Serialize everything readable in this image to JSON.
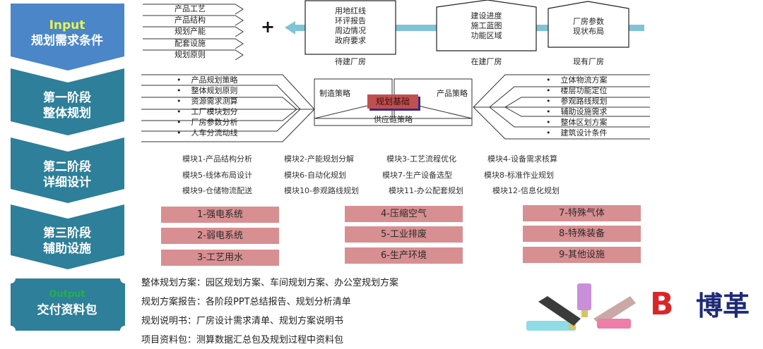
{
  "stages": [
    {
      "tag": "Input",
      "title": "规划需求条件",
      "color": "#4a86c8"
    },
    {
      "title_line1": "第一阶段",
      "title_line2": "整体规划",
      "color": "#2e7f99"
    },
    {
      "title_line1": "第二阶段",
      "title_line2": "详细设计",
      "color": "#2e7f99"
    },
    {
      "title_line1": "第三阶段",
      "title_line2": "辅助设施",
      "color": "#2e7f99"
    },
    {
      "tag": "Output",
      "title": "交付资料包",
      "color": "#2e7f99"
    }
  ],
  "input": {
    "list": [
      "产品工艺",
      "产品结构",
      "规划产能",
      "配套设施",
      "规划原则"
    ],
    "plus": "+",
    "buildings": [
      {
        "caption": "待建厂房",
        "items": [
          "用地红线",
          "环评报告",
          "周边情况",
          "政府要求"
        ]
      },
      {
        "caption": "在建厂房",
        "items": [
          "建设进度",
          "施工蓝图",
          "功能区域"
        ]
      },
      {
        "caption": "现有厂房",
        "items": [
          "厂房参数",
          "现状布局"
        ]
      }
    ]
  },
  "phase1": {
    "left_items": [
      "产品规划策略",
      "整体规划原则",
      "资源需求测算",
      "工厂模块划分",
      "厂房参数分析",
      "人车分流动线"
    ],
    "right_items": [
      "立体物流方案",
      "楼层功能定位",
      "参观路线规划",
      "辅助设施需求",
      "整体区划方案",
      "建筑设计条件"
    ],
    "center": {
      "left": "制造策略",
      "right": "产品策略",
      "bottom": "供应链策略",
      "core": "规划基础"
    },
    "bullet": "•"
  },
  "phase2": {
    "modules": [
      "模块1-产品结构分析",
      "模块2-产能规划分解",
      "模块3-工艺流程优化",
      "模块4-设备需求核算",
      "模块5-线体布局设计",
      "模块6-自动化规划",
      "模块7-生产设备选型",
      "模块8-标准作业规划",
      "模块9-仓储物流配送",
      "模块10-参观路线规划",
      "模块11-办公配套规划",
      "模块12-信息化规划"
    ]
  },
  "phase3": {
    "systems": [
      "1-强电系统",
      "2-弱电系统",
      "3-工艺用水",
      "4-压缩空气",
      "5-工业排废",
      "6-生产环境",
      "7-特殊气体",
      "8-特殊装备",
      "9-其他设施"
    ],
    "box_color": "#d88f92"
  },
  "output": {
    "lines": [
      "整体规划方案：园区规划方案、车间规划方案、办公室规划方案",
      "规划方案报告：各阶段PPT总结报告、规划分析清单",
      "规划说明书：厂房设计需求清单、规划方案说明书",
      "项目资料包：测算数据汇总包及规划过程中资料包"
    ]
  },
  "logo": {
    "mark": "B",
    "text": "博革",
    "mark_color": "#d9262a",
    "text_color": "#1e2a78",
    "image": "usb-keys-image"
  },
  "colors": {
    "arrow": "#7fc3d6",
    "input_chevron": "#4a86c8",
    "stage_chevron": "#2e7f99"
  }
}
